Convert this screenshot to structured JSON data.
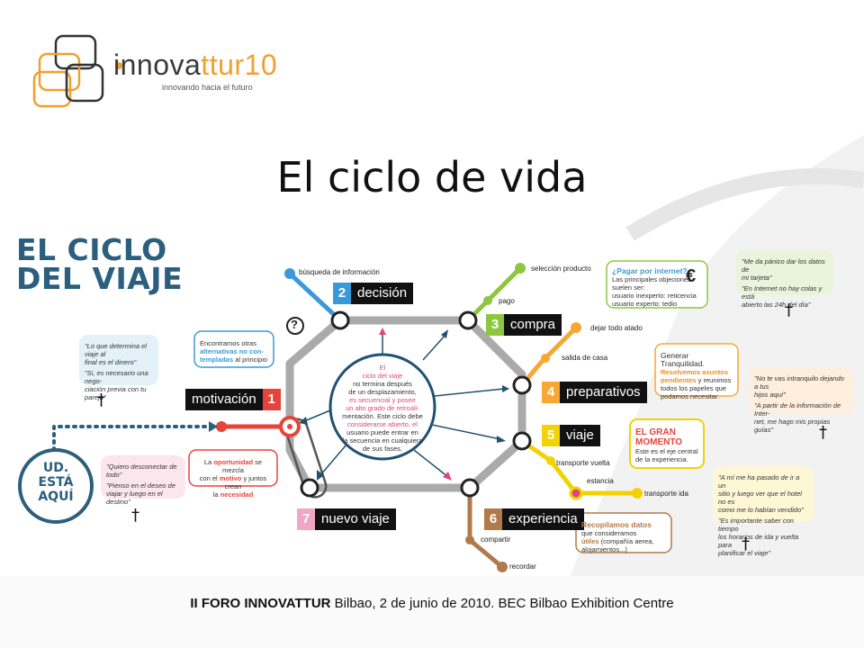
{
  "slide": {
    "title": "El ciclo de vida",
    "logo_main": "innova",
    "logo_accent": "ttur10",
    "logo_tagline": "innovando hacia el futuro",
    "footer_bold": "II FORO INNOVATTUR",
    "footer_rest": " Bilbao, 2 de junio de 2010. BEC Bilbao Exhibition Centre"
  },
  "infographic": {
    "title_line1": "EL CICLO",
    "title_line2": "DEL VIAJE",
    "you_are_here": "UD. ESTÁ AQUÍ",
    "question_mark": "?",
    "euro": "€",
    "stations": [
      {
        "num": "1",
        "name": "motivación",
        "color": "#e8433a"
      },
      {
        "num": "2",
        "name": "decisión",
        "color": "#3a9ad9"
      },
      {
        "num": "3",
        "name": "compra",
        "color": "#8dc63f"
      },
      {
        "num": "4",
        "name": "preparativos",
        "color": "#f7a733"
      },
      {
        "num": "5",
        "name": "viaje",
        "color": "#f2d200"
      },
      {
        "num": "6",
        "name": "experiencia",
        "color": "#b07a4a"
      },
      {
        "num": "7",
        "name": "nuevo viaje",
        "color": "#f0a6c4"
      }
    ],
    "branch_labels": {
      "busqueda": "búsqueda de información",
      "seleccion": "selección producto",
      "pago": "pago",
      "dejar": "dejar todo atado",
      "salida": "salida de casa",
      "transporte_vuelta": "transporte vuelta",
      "estancia": "estancia",
      "transporte_ida": "transporte ida",
      "compartir": "compartir",
      "recordar": "recordar"
    },
    "center": {
      "l1": "El",
      "l2": "ciclo del viaje",
      "l3": "no termina después",
      "l4": "de un desplazamiento,",
      "l5": "es secuencial y posee",
      "l6": "un alto grado de retroali-",
      "l7": "mentación. Este ciclo debe",
      "l8": "considerarse abierto, el",
      "l9": "usuario puede entrar en",
      "l10": "la secuencia en cualquiera",
      "l11": "de sus fases."
    },
    "boxes": {
      "alternativas": {
        "a": "Encontramos otras",
        "b": "alternativas no con-",
        "c": "templadas",
        "d": " al principio"
      },
      "oportunidad": {
        "a": "La ",
        "b": "oportunidad",
        "c": " se mezcla",
        "d": "con el ",
        "e": "motivo",
        "f": " y juntos crean",
        "g": "la ",
        "h": "necesidad"
      },
      "pagar": {
        "a": "¿Pagar por internet?",
        "b": "Las principales objeciones",
        "c": "suelen ser:",
        "d": "usuario inexperto:  reticencia",
        "e": "usuario experto:    tedio"
      },
      "tranquilidad": {
        "a": "Generar Tranquilidad.",
        "b": "Resolvemos asuntos",
        "c": "pendientes",
        "d": " y reunimos",
        "e": "todos los papeles que",
        "f": "podamos necesitar."
      },
      "momento": {
        "a": "EL GRAN",
        "b": "MOMENTO",
        "c": "Este es el eje central",
        "d": "de la experiencia."
      },
      "recopilamos": {
        "a": "Recopilamos datos",
        "b": "que consideramos",
        "c": "útiles",
        "d": " (compañía aerea,",
        "e": "alojamientos...)"
      }
    },
    "quotes": {
      "q1a": "\"Lo que determina el viaje al",
      "q1b": "final es el dinero\"",
      "q1c": "\"Si, es necesario una nego-",
      "q1d": "ciación previa con tu pareja\"",
      "q2a": "\"Quiero desconectar de",
      "q2b": "todo\"",
      "q2c": "\"Pienso en el deseo de",
      "q2d": "viajar y luego en el destino\"",
      "q3a": "\"Me da pánico dar los datos de",
      "q3b": "mi tarjeta\"",
      "q3c": "\"En Internet no hay colas y está",
      "q3d": "abierto las 24h del día\"",
      "q4a": "\"No te vas intranquilo dejando a tus",
      "q4b": "hijos aquí\"",
      "q4c": "\"A partir de la información de Inter-",
      "q4d": "net, me hago mis propias guías\"",
      "q5a": "\"A mí me ha pasado de ir a un",
      "q5b": "sitio y luego ver que el hotel no es",
      "q5c": "como me lo habían vendido\"",
      "q5d": "\"Es importante saber con tiempo",
      "q5e": "los horarios de ida y vuelta para",
      "q5f": "planificar el viaje\""
    },
    "person_icon": "person-icon"
  }
}
